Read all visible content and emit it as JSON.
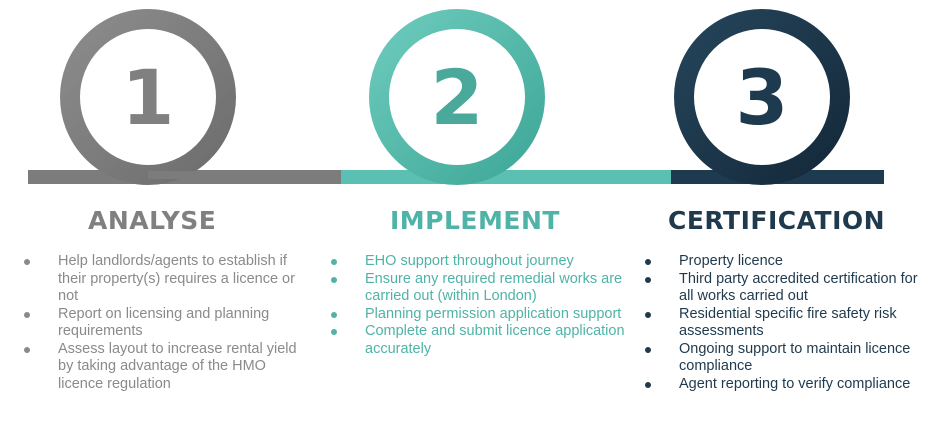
{
  "steps": [
    {
      "number": "1",
      "title": "ANALYSE",
      "color": "#808080",
      "items": [
        "Help landlords/agents to establish if their property(s) requires a licence or not",
        "Report on licensing and planning requirements",
        "Assess layout to increase rental yield by taking advantage of the HMO licence regulation"
      ]
    },
    {
      "number": "2",
      "title": "IMPLEMENT",
      "color": "#5bbfb1",
      "items": [
        "EHO support throughout journey",
        "Ensure any required remedial works are carried out (within London)",
        "Planning permission application support",
        "Complete and submit licence application accurately"
      ]
    },
    {
      "number": "3",
      "title": "CERTIFICATION",
      "color": "#1e3a4e",
      "items": [
        "Property licence",
        "Third party accredited certification for all works carried out",
        "Residential specific fire safety risk assessments",
        "Ongoing support to maintain licence compliance",
        "Agent reporting to verify compliance"
      ]
    }
  ]
}
